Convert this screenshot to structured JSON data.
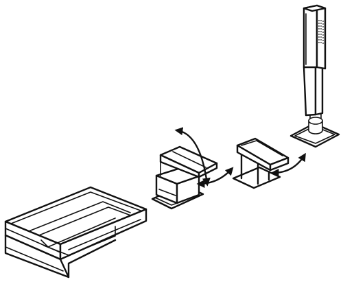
{
  "diagram": {
    "kind": "technical line drawing",
    "components": [
      "waterfall-spout",
      "mixer-lever-control",
      "diverter-control",
      "hand-shower-on-deck-holder"
    ],
    "movement_indicators": [
      "lever-rotation-arrow",
      "mixer-to-spout-arrow",
      "diverter-to-mixer-arrow",
      "shower-to-diverter-arrow"
    ],
    "colors": {
      "line": "#111111",
      "background": "#ffffff"
    }
  }
}
